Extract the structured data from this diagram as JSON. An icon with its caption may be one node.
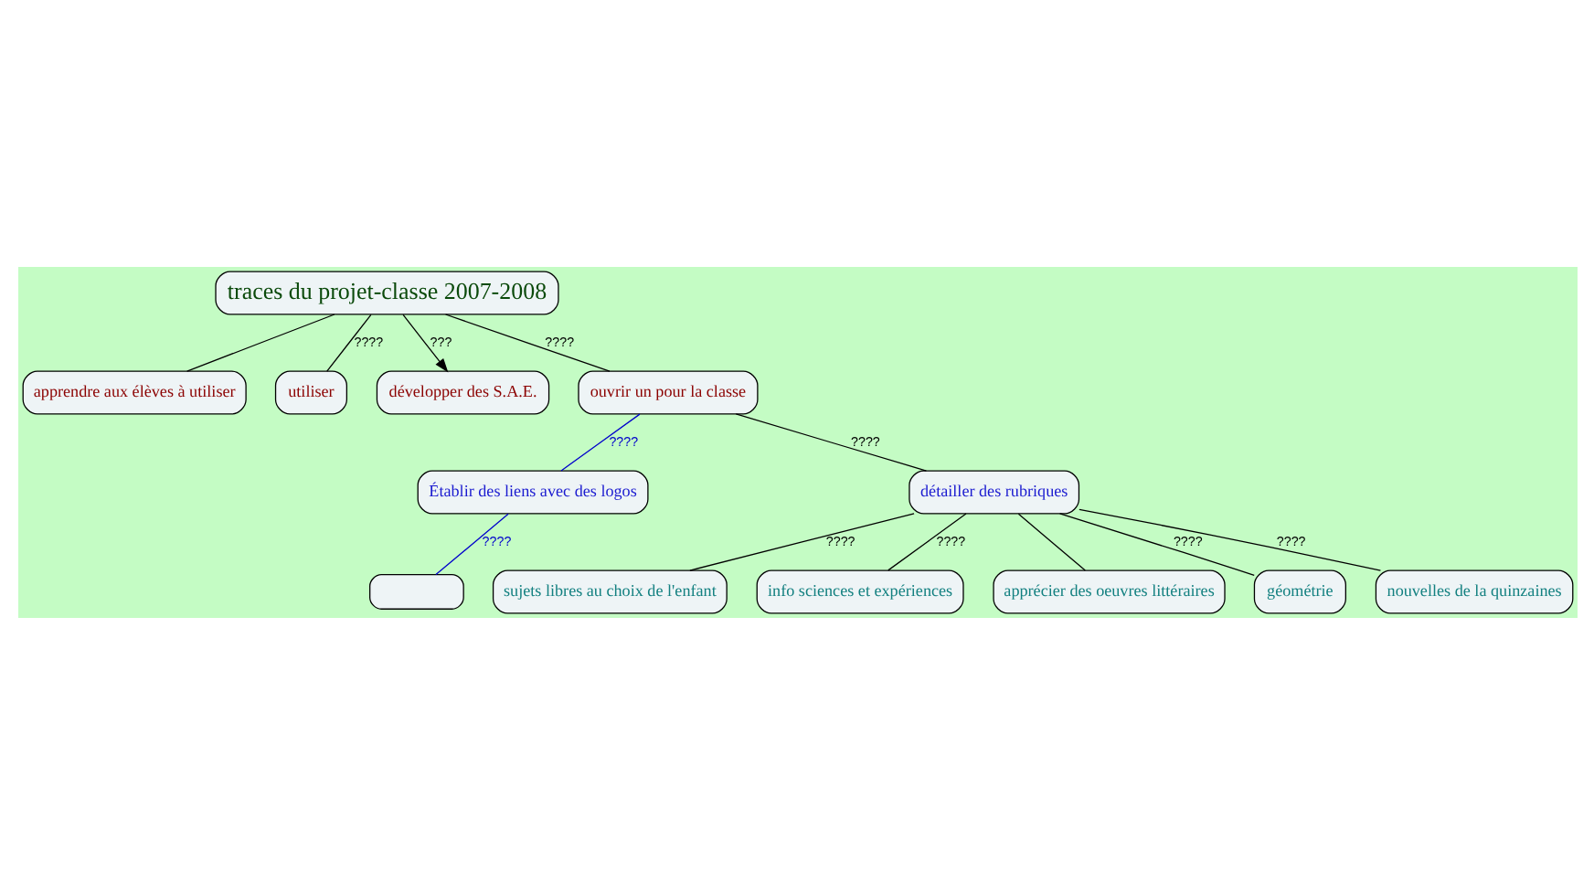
{
  "diagram": {
    "nodes": [
      {
        "text": [
          "traces du projet-classe 2007-2008"
        ]
      },
      {
        "text": [
          "apprendre aux élèves à utiliser"
        ]
      },
      {
        "text": [
          "utiliser"
        ]
      },
      {
        "text": [
          "développer des S.A.E."
        ]
      },
      {
        "text": [
          "ouvrir un pour la classe"
        ]
      },
      {
        "text": [
          "Établir des liens avec des logos"
        ]
      },
      {
        "text": [
          "détailler des rubriques"
        ]
      },
      {
        "text": [],
        "shape": "box"
      },
      {
        "text": [
          "sujets libres au choix de l'enfant"
        ]
      },
      {
        "text": [
          "info sciences et expériences"
        ]
      },
      {
        "text": [
          "apprécier des oeuvres littéraires"
        ]
      },
      {
        "text": [
          "géométrie"
        ]
      },
      {
        "text": [
          "nouvelles de la quinzaines"
        ]
      }
    ],
    "edges": [
      {
        "from": 0,
        "to": 1,
        "arrow": "none"
      },
      {
        "from": 0,
        "to": 2,
        "arrow": "none",
        "label": "????"
      },
      {
        "from": 0,
        "to": 3,
        "arrow": "to",
        "label": "???"
      },
      {
        "from": 0,
        "to": 4,
        "arrow": "none",
        "label": "????"
      },
      {
        "from": 4,
        "to": 5,
        "arrow": "none",
        "label": "????",
        "color": "#0000cc"
      },
      {
        "from": 4,
        "to": 6,
        "arrow": "none",
        "label": "????"
      },
      {
        "from": 5,
        "to": 7,
        "arrow": "none",
        "label": "????",
        "color": "#0000cc"
      },
      {
        "from": 6,
        "to": 8,
        "arrow": "none",
        "label": "????"
      },
      {
        "from": 6,
        "to": 9,
        "arrow": "none",
        "label": "????"
      },
      {
        "from": 6,
        "to": 10,
        "arrow": "none"
      },
      {
        "from": 6,
        "to": 11,
        "arrow": "none",
        "label": "????"
      },
      {
        "from": 6,
        "to": 12,
        "arrow": "none",
        "label": "????"
      }
    ]
  }
}
